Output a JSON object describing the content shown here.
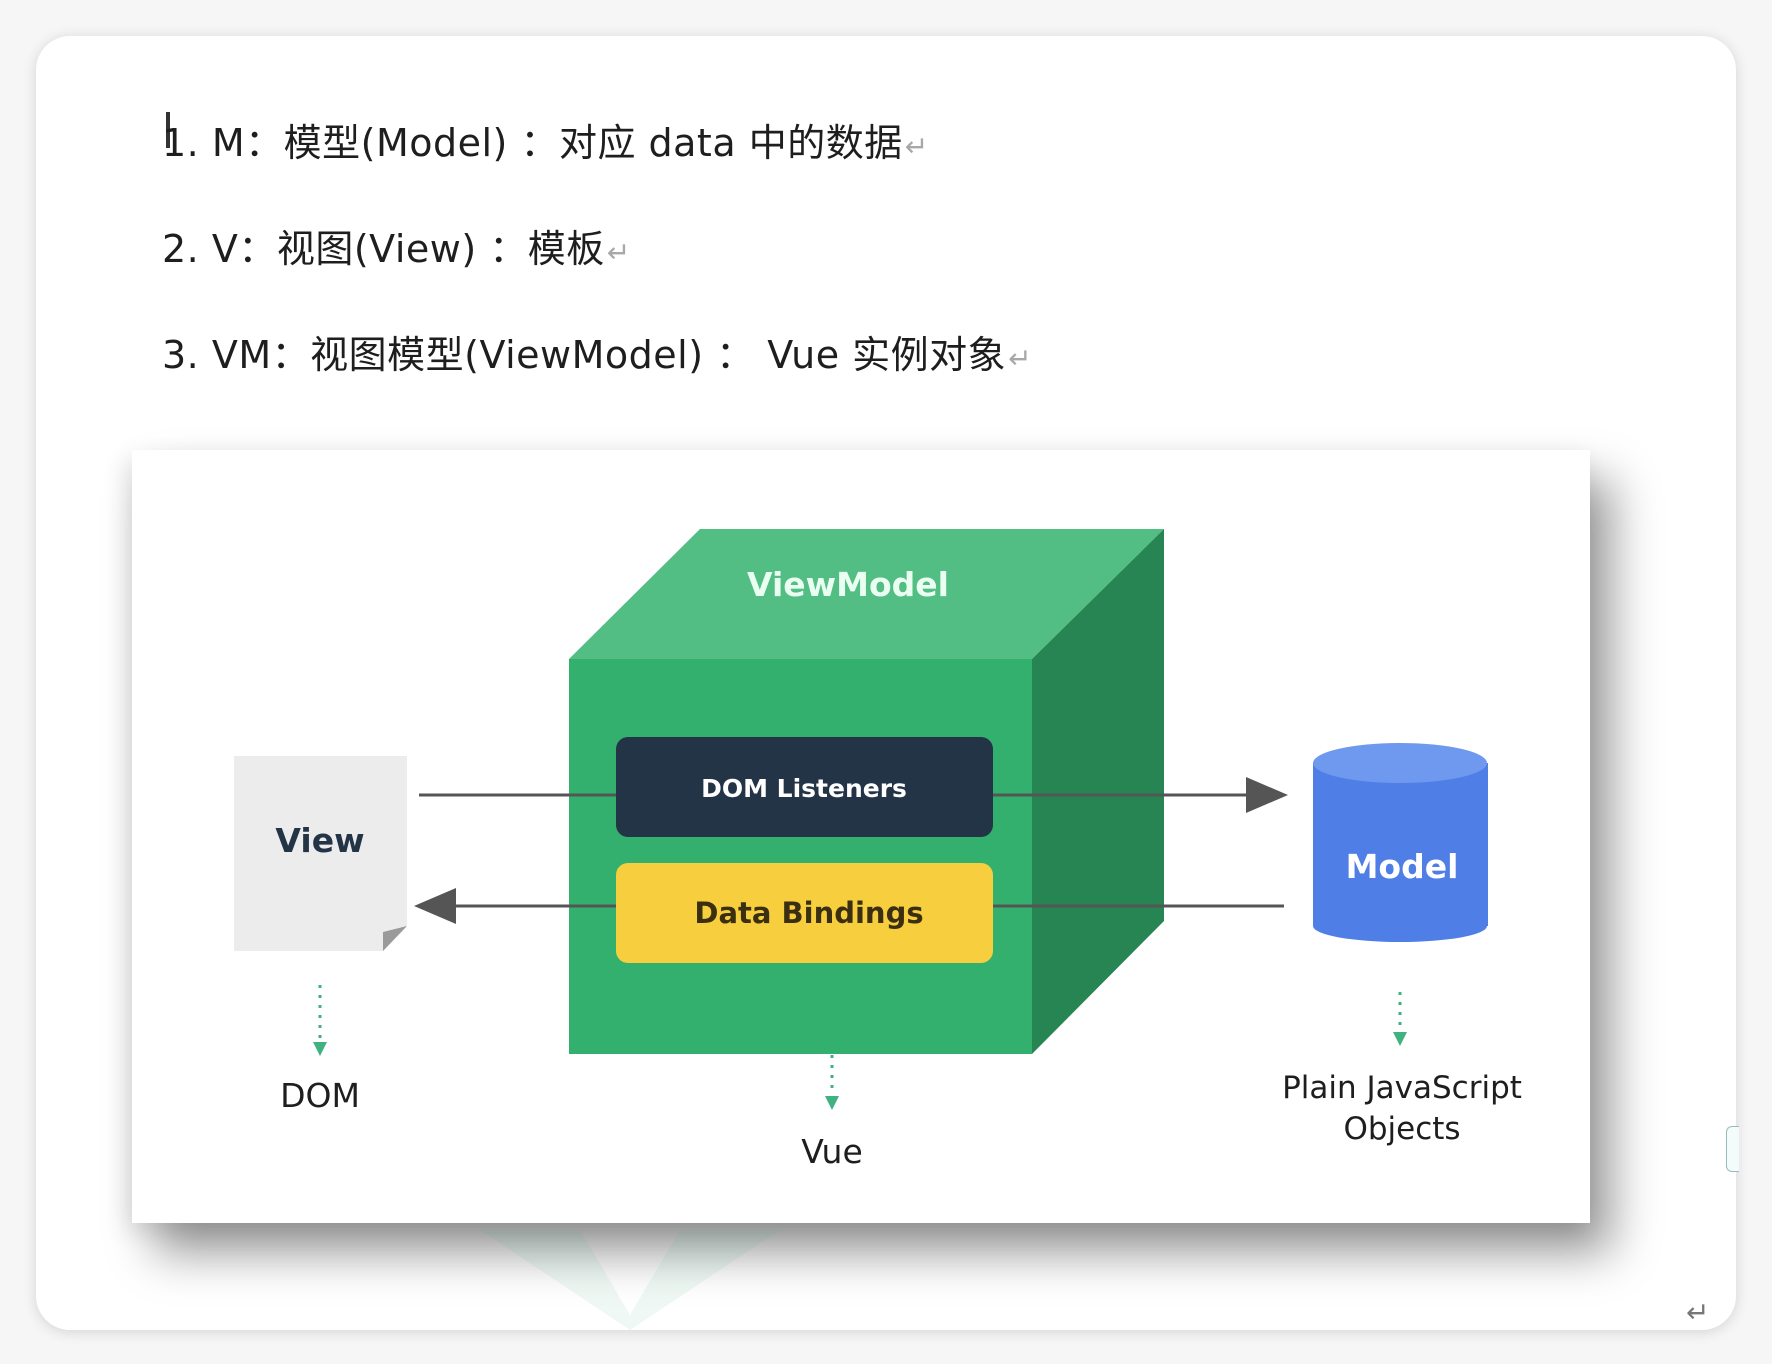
{
  "document": {
    "lines": [
      {
        "text": "1. M：模型(Model) ：对应 data 中的数据",
        "return_mark": "↵"
      },
      {
        "text": "2. V：视图(View) ：模板",
        "return_mark": "↵"
      },
      {
        "text": "3. VM：视图模型(ViewModel) ：  Vue 实例对象",
        "return_mark": "↵"
      }
    ],
    "end_mark": "↵"
  },
  "diagram": {
    "viewmodel_label": "ViewModel",
    "dom_listeners_label": "DOM Listeners",
    "data_bindings_label": "Data Bindings",
    "view_label": "View",
    "model_label": "Model",
    "dom_caption": "DOM",
    "vue_caption": "Vue",
    "plain_js_caption_line1": "Plain JavaScript",
    "plain_js_caption_line2": "Objects"
  },
  "colors": {
    "cube_front": "#34b06e",
    "cube_top": "#52be84",
    "cube_side": "#268552",
    "dom_listeners_bg": "#243447",
    "data_bindings_bg": "#f7ce3e",
    "model_body": "#4f7fe6",
    "model_top": "#6f99ee",
    "view_paper": "#ececec",
    "dotted_arrow": "#3fb27f"
  }
}
